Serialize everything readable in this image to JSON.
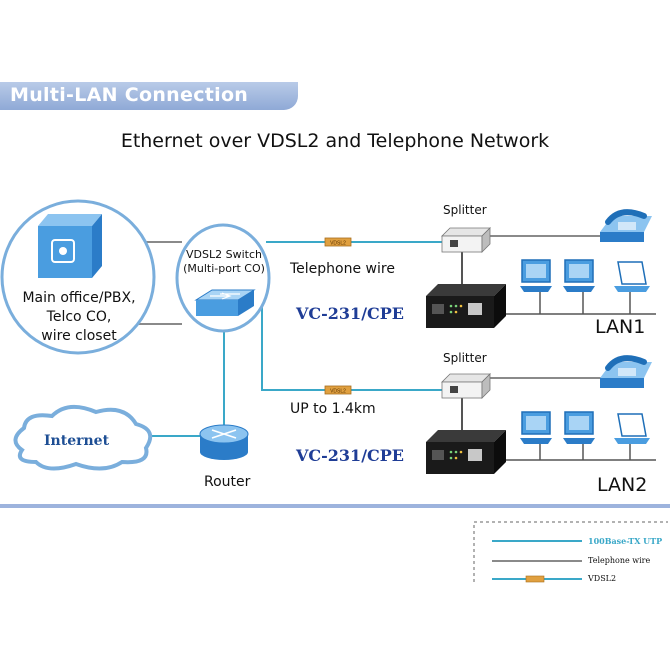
{
  "header": {
    "title": "Multi-LAN Connection"
  },
  "diagram": {
    "title": "Ethernet over VDSL2 and Telephone Network",
    "office_lines": [
      "Main office/PBX,",
      "Telco CO,",
      "wire closet"
    ],
    "switch_lines": [
      "VDSL2 Switch",
      "(Multi-port CO)"
    ],
    "telephone_wire_label": "Telephone wire",
    "distance_label": "UP to 1.4km",
    "vdsl_tag": "VDSL2",
    "splitter_top": "Splitter",
    "splitter_bottom": "Splitter",
    "cpe_top": "VC-231/CPE",
    "cpe_bottom": "VC-231/CPE",
    "lan1": "LAN1",
    "lan2": "LAN2",
    "router": "Router",
    "internet": "Internet"
  },
  "legend": {
    "items": [
      {
        "label": "100Base-TX UTP",
        "color": "#3aa8c8"
      },
      {
        "label": "Telephone wire",
        "color": "#8a8a8a"
      },
      {
        "label": "VDSL2",
        "color": "#3aa8c8"
      }
    ]
  },
  "colors": {
    "utp": "#3aa8c8",
    "phone": "#8a8a8a",
    "vdsl_tag": "#e0a040",
    "device_blue": "#4a9de0",
    "cpe_text": "#1f3d96",
    "header": "#9db3dd"
  }
}
